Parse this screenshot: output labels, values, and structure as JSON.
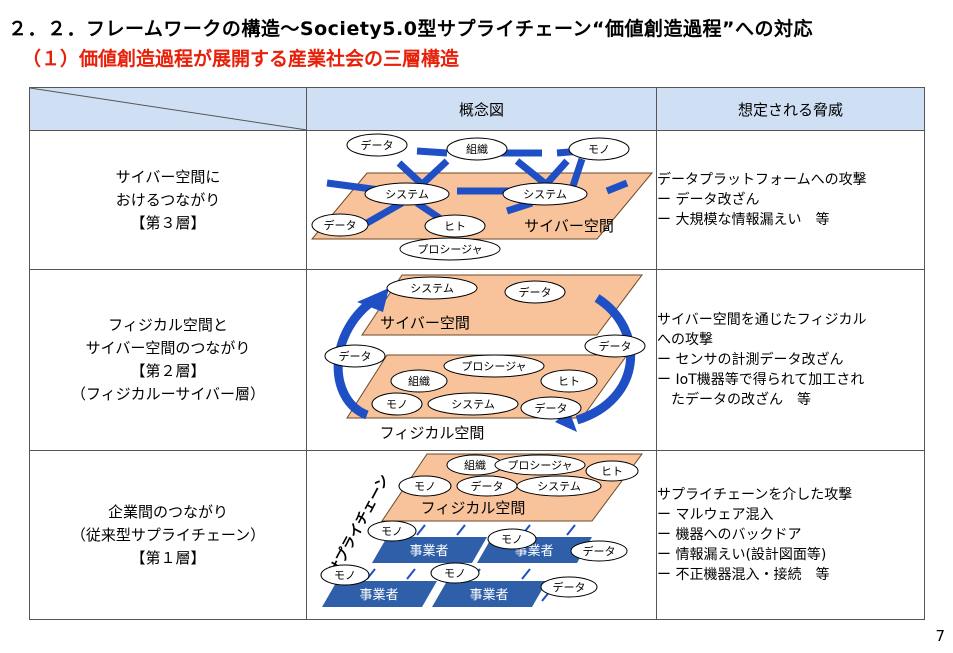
{
  "header": {
    "title": "２．２．フレームワークの構造～Society5.0型サプライチェーン“価値創造過程”への対応",
    "subtitle": "（１）価値創造過程が展開する産業社会の三層構造"
  },
  "table": {
    "col_concept": "概念図",
    "col_threat": "想定される脅威",
    "rows": [
      {
        "layer_lines": [
          "サイバー空間に",
          "おけるつながり",
          "【第３層】"
        ],
        "threat_lines": [
          "データプラットフォームへの攻撃",
          "ー データ改ざん",
          "ー 大規模な情報漏えい　等"
        ],
        "diagram": {
          "plane": "サイバー空間",
          "nodes": [
            "データ",
            "組織",
            "モノ",
            "システム",
            "システム",
            "データ",
            "ヒト",
            "プロシージャ"
          ]
        }
      },
      {
        "layer_lines": [
          "フィジカル空間と",
          "サイバー空間のつながり",
          "【第２層】",
          "（フィジカルーサイバー層）"
        ],
        "threat_lines": [
          "サイバー空間を通じたフィジカル",
          "への攻撃",
          "ー センサの計測データ改ざん",
          "ー IoT機器等で得られて加工され",
          "たデータの改ざん　等"
        ],
        "diagram": {
          "upper_plane": "サイバー空間",
          "lower_plane": "フィジカル空間",
          "upper_nodes": [
            "システム",
            "データ"
          ],
          "side_nodes": [
            "データ",
            "データ"
          ],
          "lower_nodes": [
            "プロシージャ",
            "組織",
            "ヒト",
            "モノ",
            "システム",
            "データ"
          ]
        }
      },
      {
        "layer_lines": [
          "企業間のつながり",
          "（従来型サプライチェーン）",
          "【第１層】"
        ],
        "threat_lines": [
          "サプライチェーンを介した攻撃",
          "ー マルウェア混入",
          "ー 機器へのバックドア",
          "ー 情報漏えい(設計図面等)",
          "ー 不正機器混入・接続　等"
        ],
        "diagram": {
          "plane": "フィジカル空間",
          "supply_chain_label": "サプライチェーン",
          "top_nodes": [
            "組織",
            "プロシージャ",
            "ヒト",
            "モノ",
            "データ",
            "システム"
          ],
          "business_label": "事業者",
          "small_nodes": [
            "モノ",
            "モノ",
            "データ",
            "モノ",
            "モノ",
            "データ"
          ]
        }
      }
    ]
  },
  "page_number": "7",
  "colors": {
    "plane": "#f8c39a",
    "blue_arrow": "#1f4fc4",
    "business": "#2f5fa8",
    "header_bg": "#cfe0f4",
    "subtitle": "#e8200a"
  }
}
